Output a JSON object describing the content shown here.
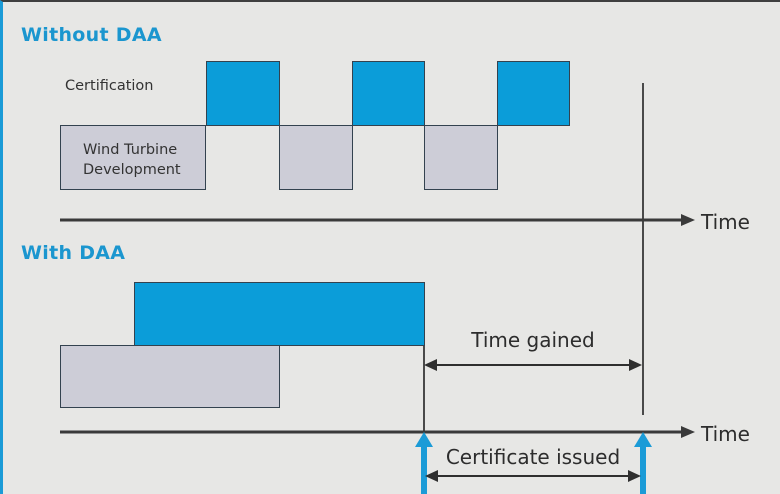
{
  "colors": {
    "background": "#e7e7e5",
    "block_blue": "#0b9dd9",
    "block_gray": "#cdcdd7",
    "block_border": "#33424f",
    "heading_blue": "#1b96cf",
    "line_dark": "#3a3a3a",
    "arrow_blue": "#1b9bd7",
    "text_dark": "#333333"
  },
  "without_daa": {
    "title": "Without DAA",
    "certification_label": "Certification",
    "development_label": [
      "Wind Turbine",
      "Development"
    ],
    "time_axis_label": "Time"
  },
  "with_daa": {
    "title": "With DAA",
    "time_gained_label": "Time gained",
    "certificate_issued_label": "Certificate issued",
    "time_axis_label": "Time"
  }
}
